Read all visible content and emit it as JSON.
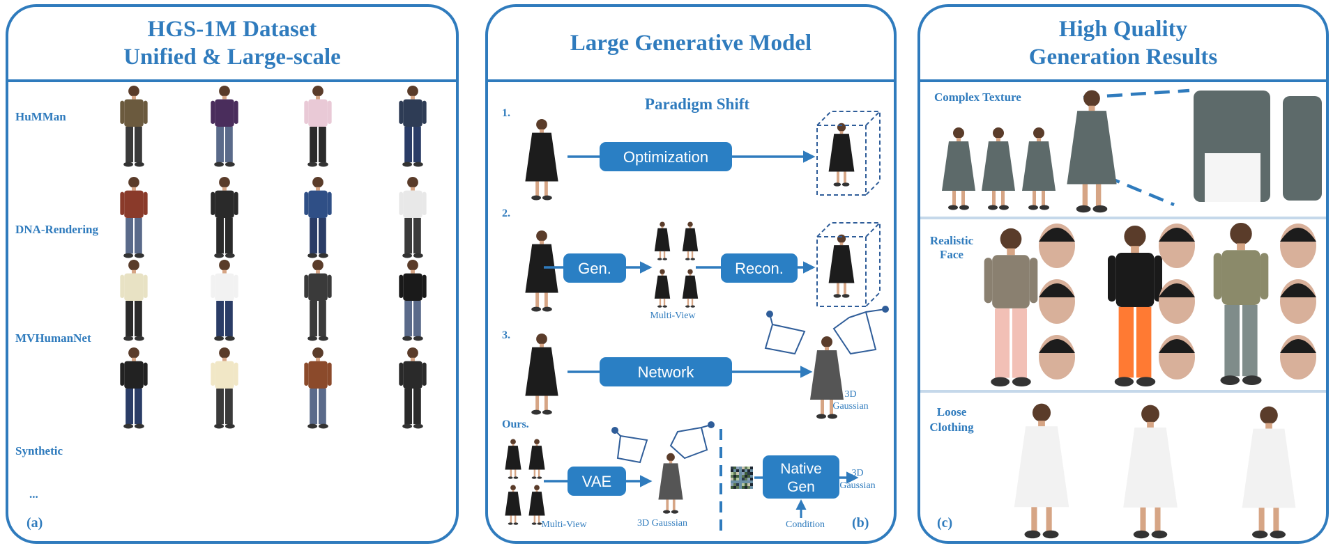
{
  "panel_a": {
    "title_line1": "HGS-1M Dataset",
    "title_line2": "Unified & Large-scale",
    "rows": [
      {
        "label": "HuMMan",
        "colors": [
          "#6b5a3e",
          "#4a2d5c",
          "#e9c9d6",
          "#2e3c55"
        ]
      },
      {
        "label": "DNA-Rendering",
        "colors": [
          "#8a3a2a",
          "#2a2a2a",
          "#2f4f86",
          "#e8e8e8"
        ]
      },
      {
        "label": "MVHumanNet",
        "colors": [
          "#e8e2c4",
          "#f2f2f2",
          "#3a3a3a",
          "#1a1a1a"
        ]
      },
      {
        "label": "Synthetic",
        "colors": [
          "#222222",
          "#f1e7c6",
          "#8b4a2b",
          "#2a2a2a"
        ]
      }
    ],
    "ellipsis": "...",
    "tag": "(a)"
  },
  "panel_b": {
    "title": "Large Generative Model",
    "subtitle": "Paradigm Shift",
    "step1": {
      "num": "1.",
      "box": "Optimization"
    },
    "step2": {
      "num": "2.",
      "box1": "Gen.",
      "box2": "Recon.",
      "caption": "Multi-View"
    },
    "step3": {
      "num": "3.",
      "box": "Network",
      "caption_line1": "3D",
      "caption_line2": "Gaussian"
    },
    "ours": {
      "num": "Ours.",
      "box_vae": "VAE",
      "box_gen_line1": "Native",
      "box_gen_line2": "Gen",
      "caption_mv": "Multi-View",
      "caption_3dg": "3D Gaussian",
      "caption_out_line1": "3D",
      "caption_out_line2": "Gaussian",
      "condition": "Condition"
    },
    "tag": "(b)",
    "accent": "#2f7bbd",
    "box_fill": "#2a7fc4"
  },
  "panel_c": {
    "title_line1": "High Quality",
    "title_line2": "Generation Results",
    "sections": [
      {
        "label_line1": "Complex Texture",
        "label_line2": ""
      },
      {
        "label_line1": "Realistic",
        "label_line2": "Face"
      },
      {
        "label_line1": "Loose",
        "label_line2": "Clothing"
      }
    ],
    "tag": "(c)"
  }
}
